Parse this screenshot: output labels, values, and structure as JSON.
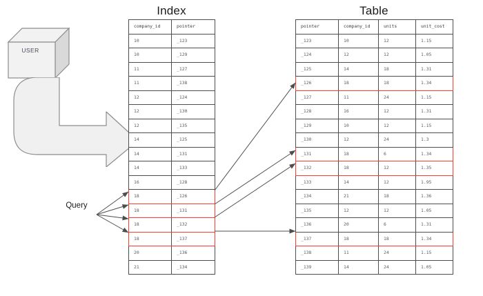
{
  "diagram": {
    "user_box_label": "USER",
    "query_label": "Query",
    "index_title": "Index",
    "table_title": "Table",
    "highlight_color": "#ff3b30",
    "box_fill": "#f0f0f0",
    "box_stroke": "#8c8c8c",
    "arrow_color": "#4d4d4d"
  },
  "index": {
    "title": "Index",
    "headers": [
      "company_id",
      "pointer"
    ],
    "rows": [
      {
        "company_id": "10",
        "pointer": "_123",
        "highlight": false
      },
      {
        "company_id": "10",
        "pointer": "_129",
        "highlight": false
      },
      {
        "company_id": "11",
        "pointer": "_127",
        "highlight": false
      },
      {
        "company_id": "11",
        "pointer": "_138",
        "highlight": false
      },
      {
        "company_id": "12",
        "pointer": "_124",
        "highlight": false
      },
      {
        "company_id": "12",
        "pointer": "_130",
        "highlight": false
      },
      {
        "company_id": "12",
        "pointer": "_135",
        "highlight": false
      },
      {
        "company_id": "14",
        "pointer": "_125",
        "highlight": false
      },
      {
        "company_id": "14",
        "pointer": "_131",
        "highlight": false
      },
      {
        "company_id": "14",
        "pointer": "_133",
        "highlight": false
      },
      {
        "company_id": "16",
        "pointer": "_128",
        "highlight": false
      },
      {
        "company_id": "18",
        "pointer": "_126",
        "highlight": true
      },
      {
        "company_id": "18",
        "pointer": "_131",
        "highlight": true
      },
      {
        "company_id": "18",
        "pointer": "_132",
        "highlight": true
      },
      {
        "company_id": "18",
        "pointer": "_137",
        "highlight": true
      },
      {
        "company_id": "20",
        "pointer": "_136",
        "highlight": false
      },
      {
        "company_id": "21",
        "pointer": "_134",
        "highlight": false
      }
    ]
  },
  "table": {
    "title": "Table",
    "headers": [
      "pointer",
      "company_id",
      "units",
      "unit_cost"
    ],
    "rows": [
      {
        "pointer": "_123",
        "company_id": "10",
        "units": "12",
        "unit_cost": "1.15",
        "highlight": false
      },
      {
        "pointer": "_124",
        "company_id": "12",
        "units": "12",
        "unit_cost": "1.05",
        "highlight": false
      },
      {
        "pointer": "_125",
        "company_id": "14",
        "units": "18",
        "unit_cost": "1.31",
        "highlight": false
      },
      {
        "pointer": "_126",
        "company_id": "18",
        "units": "18",
        "unit_cost": "1.34",
        "highlight": true
      },
      {
        "pointer": "_127",
        "company_id": "11",
        "units": "24",
        "unit_cost": "1.15",
        "highlight": false
      },
      {
        "pointer": "_128",
        "company_id": "16",
        "units": "12",
        "unit_cost": "1.31",
        "highlight": false
      },
      {
        "pointer": "_129",
        "company_id": "10",
        "units": "12",
        "unit_cost": "1.15",
        "highlight": false
      },
      {
        "pointer": "_130",
        "company_id": "12",
        "units": "24",
        "unit_cost": "1.3",
        "highlight": false
      },
      {
        "pointer": "_131",
        "company_id": "18",
        "units": "6",
        "unit_cost": "1.34",
        "highlight": true
      },
      {
        "pointer": "_132",
        "company_id": "18",
        "units": "12",
        "unit_cost": "1.35",
        "highlight": true
      },
      {
        "pointer": "_133",
        "company_id": "14",
        "units": "12",
        "unit_cost": "1.95",
        "highlight": false
      },
      {
        "pointer": "_134",
        "company_id": "21",
        "units": "18",
        "unit_cost": "1.36",
        "highlight": false
      },
      {
        "pointer": "_135",
        "company_id": "12",
        "units": "12",
        "unit_cost": "1.05",
        "highlight": false
      },
      {
        "pointer": "_136",
        "company_id": "20",
        "units": "6",
        "unit_cost": "1.31",
        "highlight": false
      },
      {
        "pointer": "_137",
        "company_id": "18",
        "units": "18",
        "unit_cost": "1.34",
        "highlight": true
      },
      {
        "pointer": "_138",
        "company_id": "11",
        "units": "24",
        "unit_cost": "1.15",
        "highlight": false
      },
      {
        "pointer": "_139",
        "company_id": "14",
        "units": "24",
        "unit_cost": "1.05",
        "highlight": false
      }
    ]
  }
}
